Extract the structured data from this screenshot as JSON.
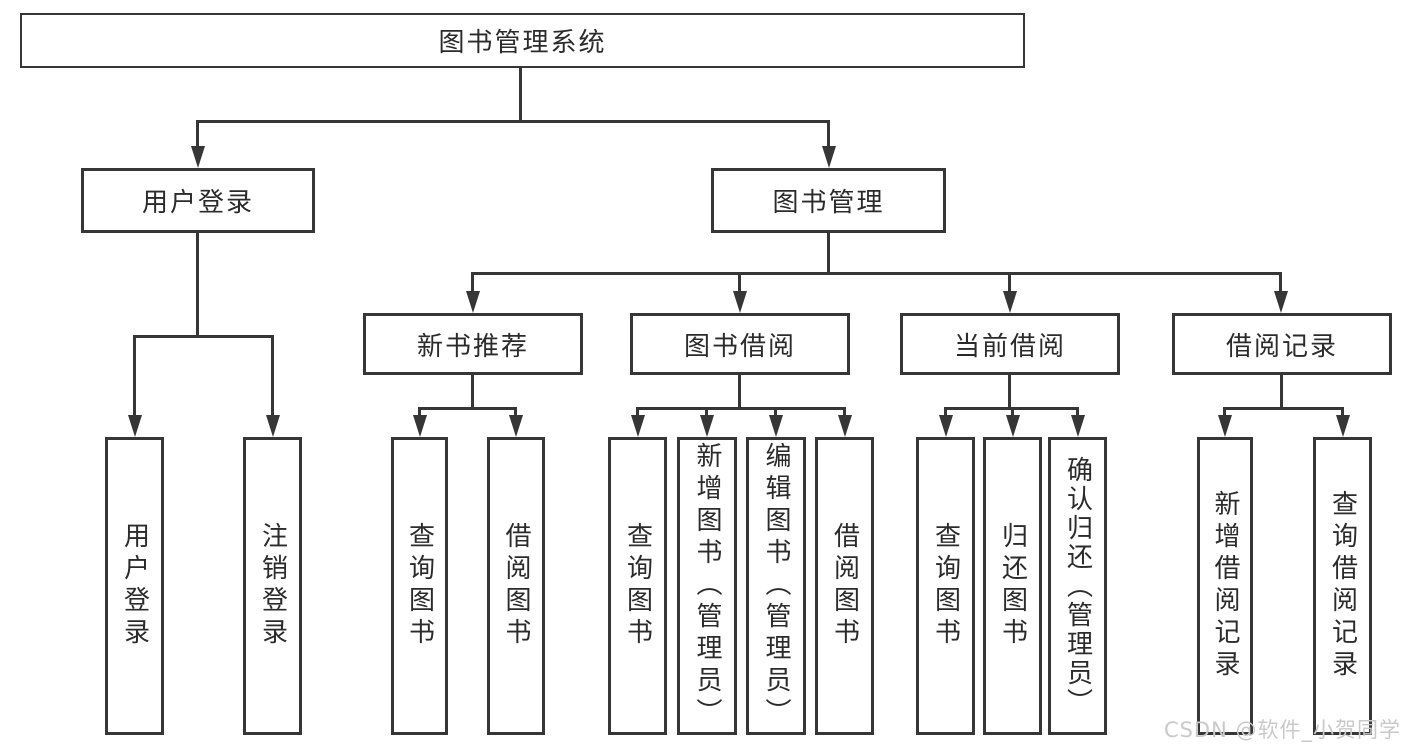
{
  "tree": {
    "label": "图书管理系统",
    "children": [
      {
        "label": "用户登录",
        "children": [
          {
            "label": "用户登录"
          },
          {
            "label": "注销登录"
          }
        ]
      },
      {
        "label": "图书管理",
        "children": [
          {
            "label": "新书推荐",
            "children": [
              {
                "label": "查询图书"
              },
              {
                "label": "借阅图书"
              }
            ]
          },
          {
            "label": "图书借阅",
            "children": [
              {
                "label": "查询图书"
              },
              {
                "label": "新增图书（管理员）"
              },
              {
                "label": "编辑图书（管理员）"
              },
              {
                "label": "借阅图书"
              }
            ]
          },
          {
            "label": "当前借阅",
            "children": [
              {
                "label": "查询图书"
              },
              {
                "label": "归还图书"
              },
              {
                "label": "确认归还（管理员）"
              }
            ]
          },
          {
            "label": "借阅记录",
            "children": [
              {
                "label": "新增借阅记录"
              },
              {
                "label": "查询借阅记录"
              }
            ]
          }
        ]
      }
    ]
  },
  "watermark": {
    "text": "CSDN @软件_小贺同学"
  },
  "colors": {
    "line": "#363636",
    "text": "#2b2b2b",
    "box_background": "#ffffff",
    "watermark": "#c9c9c9",
    "page_background": "#ffffff"
  }
}
